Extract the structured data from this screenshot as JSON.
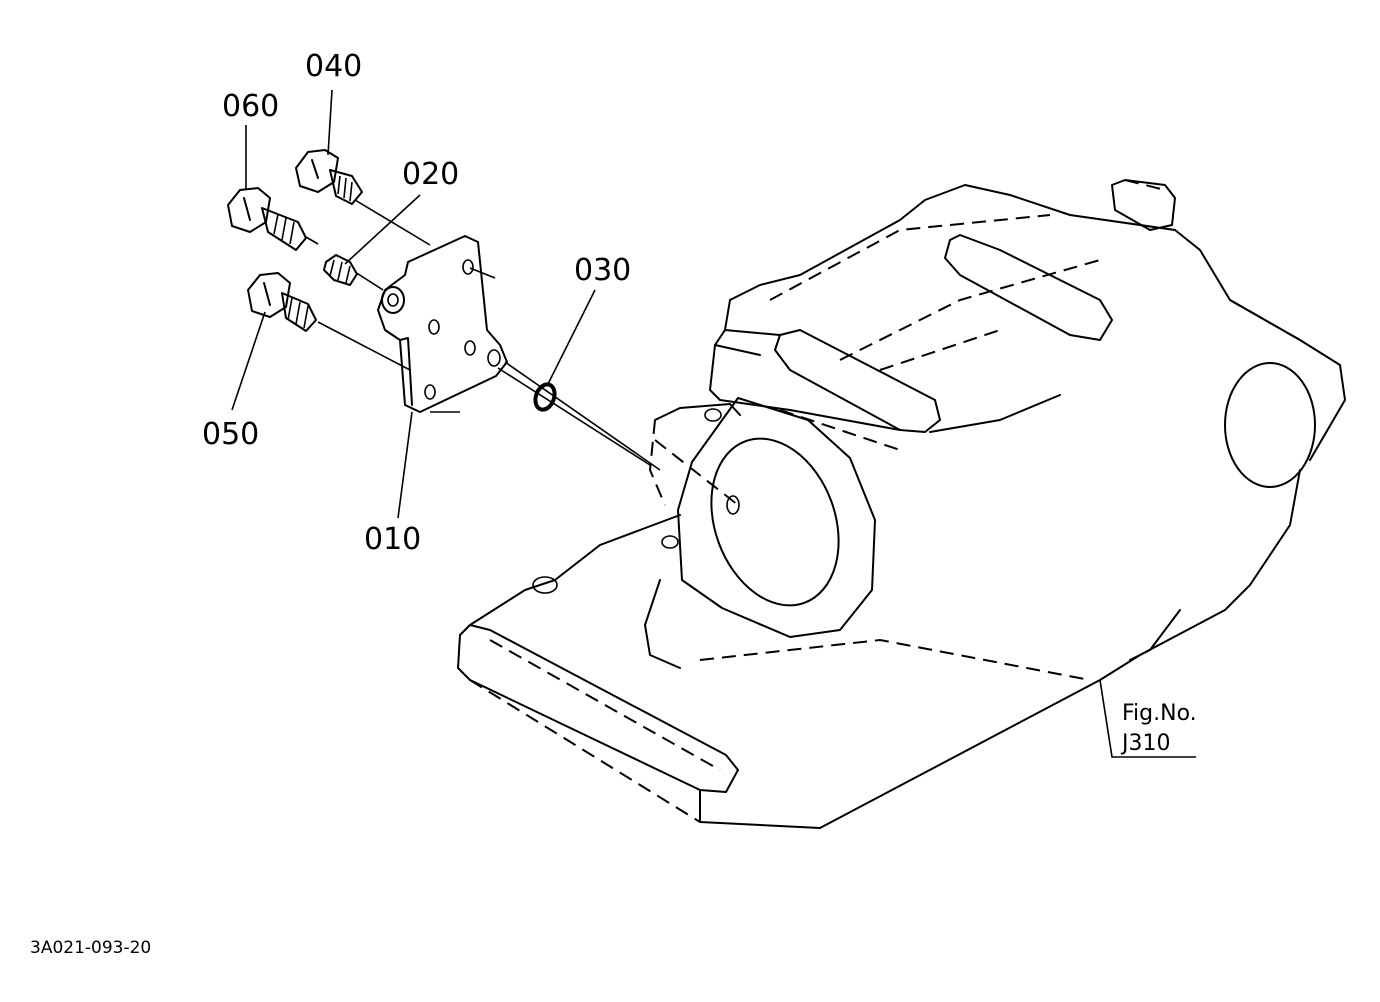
{
  "parts": [
    {
      "id": "p040",
      "label": "040"
    },
    {
      "id": "p060",
      "label": "060"
    },
    {
      "id": "p020",
      "label": "020"
    },
    {
      "id": "p030",
      "label": "030"
    },
    {
      "id": "p050",
      "label": "050"
    },
    {
      "id": "p010",
      "label": "010"
    }
  ],
  "figure": {
    "label": "Fig.No.",
    "number": "J310"
  },
  "drawing_code": "3A021-093-20"
}
